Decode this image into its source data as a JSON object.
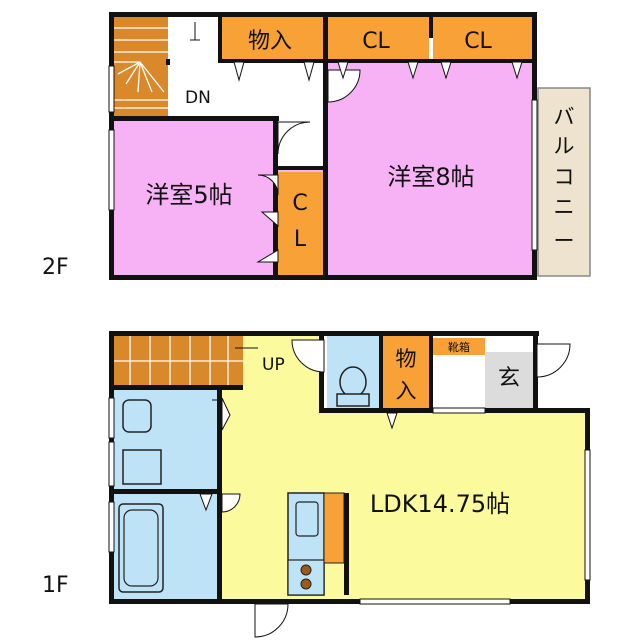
{
  "floors": {
    "upper": {
      "floor_label": "2F",
      "rooms": {
        "western_room_5": "洋室5帖",
        "western_room_8": "洋室8帖",
        "storage": "物入",
        "closet_1": "CL",
        "closet_2": "CL",
        "closet_vertical": [
          "C",
          "L"
        ],
        "balcony": [
          "バ",
          "ル",
          "コ",
          "ニ",
          "ー"
        ],
        "stairs_label": "DN"
      }
    },
    "lower": {
      "floor_label": "1F",
      "rooms": {
        "ldk": "LDK14.75帖",
        "storage": [
          "物",
          "入"
        ],
        "entrance": "玄",
        "shoe_box": "靴箱",
        "stairs_label": "UP"
      }
    }
  },
  "colors": {
    "room_pink": "#f7b2f5",
    "storage_orange": "#f7a136",
    "ldk_yellow": "#fbfa9c",
    "wet_blue": "#bfe3f6",
    "entrance_gray": "#dcdcdc",
    "balcony_beige": "#ede3cf",
    "stair_brown": "#d9892a",
    "wall_black": "#111111"
  }
}
